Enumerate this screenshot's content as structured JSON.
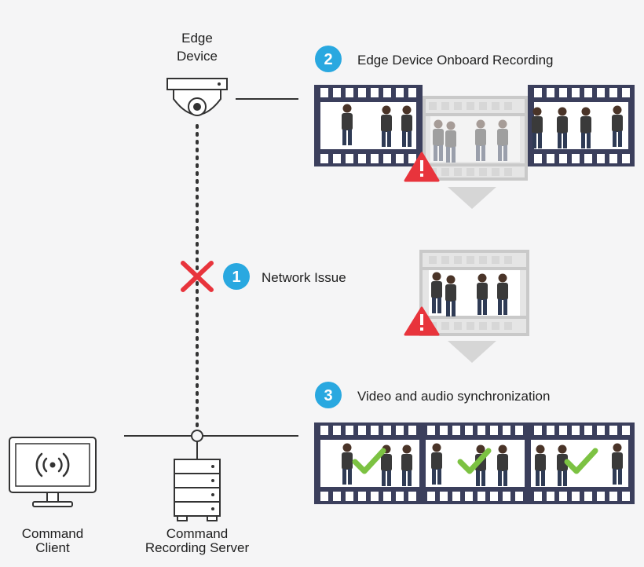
{
  "nodes": {
    "edge_device": {
      "line1": "Edge",
      "line2": "Device"
    },
    "command_client": {
      "line1": "Command",
      "line2": "Client"
    },
    "recording_server": {
      "line1": "Command",
      "line2": "Recording Server"
    }
  },
  "steps": [
    {
      "number": "1",
      "label": "Network Issue"
    },
    {
      "number": "2",
      "label": "Edge Device Onboard Recording"
    },
    {
      "number": "3",
      "label": "Video and audio synchronization"
    }
  ],
  "colors": {
    "step_badge": "#29a8e0",
    "error": "#e8343c",
    "check": "#7cc242",
    "film": "#3b3f5c",
    "film_missing": "#c9c9c9",
    "arrow": "#d6d6d6",
    "line": "#333333"
  }
}
